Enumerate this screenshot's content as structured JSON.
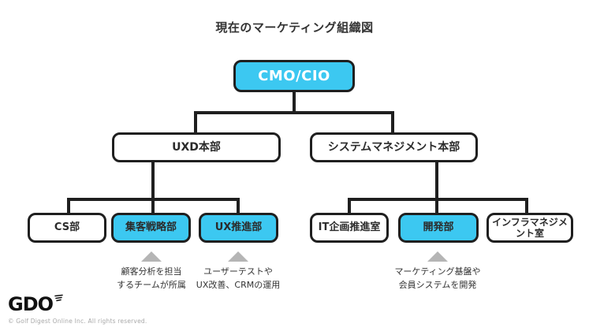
{
  "title": "現在のマーケティング組織図",
  "colors": {
    "accent": "#3cc8f1",
    "line": "#1f1f1f",
    "triangle": "#b5b5b5"
  },
  "org": {
    "root": {
      "label": "CMO/CIO"
    },
    "divisions": [
      {
        "label": "UXD本部"
      },
      {
        "label": "システムマネジメント本部"
      }
    ],
    "departments": [
      {
        "label": "CS部",
        "highlighted": false
      },
      {
        "label": "集客戦略部",
        "highlighted": true
      },
      {
        "label": "UX推進部",
        "highlighted": true
      },
      {
        "label": "IT企画推進室",
        "highlighted": false
      },
      {
        "label": "開発部",
        "highlighted": true
      },
      {
        "label": "インフラマネジメント室",
        "highlighted": false
      }
    ],
    "annotations": [
      {
        "lines": [
          "顧客分析を担当",
          "するチームが所属"
        ]
      },
      {
        "lines": [
          "ユーザーテストや",
          "UX改善、CRMの運用"
        ]
      },
      {
        "lines": [
          "マーケティング基盤や",
          "会員システムを開発"
        ]
      }
    ]
  },
  "footer": {
    "logo": "GDO",
    "copyright": "© Golf Digest Online Inc.  All rights reserved."
  }
}
